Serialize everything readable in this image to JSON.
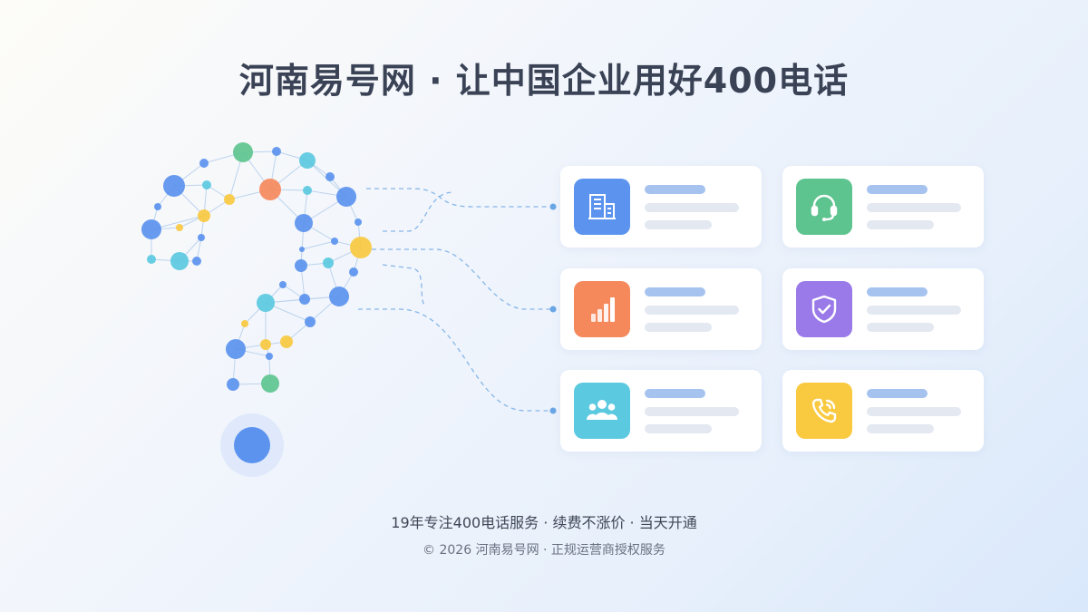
{
  "title": "河南易号网 · 让中国企业用好400电话",
  "footer": {
    "tagline": "19年专注400电话服务 · 续费不涨价 · 当天开通",
    "copyright": "© 2026 河南易号网 · 正规运营商授权服务"
  },
  "colors": {
    "blue": "#5b93ee",
    "green": "#5ec48f",
    "orange": "#f5895c",
    "purple": "#9a7ae8",
    "cyan": "#5bc9df",
    "yellow": "#f9c940"
  },
  "cards": [
    {
      "icon": "building-icon",
      "color": "#5b93ee"
    },
    {
      "icon": "headset-icon",
      "color": "#5ec48f"
    },
    {
      "icon": "bar-chart-icon",
      "color": "#f5895c"
    },
    {
      "icon": "shield-check-icon",
      "color": "#9a7ae8"
    },
    {
      "icon": "people-icon",
      "color": "#5bc9df"
    },
    {
      "icon": "phone-icon",
      "color": "#f9c940"
    }
  ]
}
